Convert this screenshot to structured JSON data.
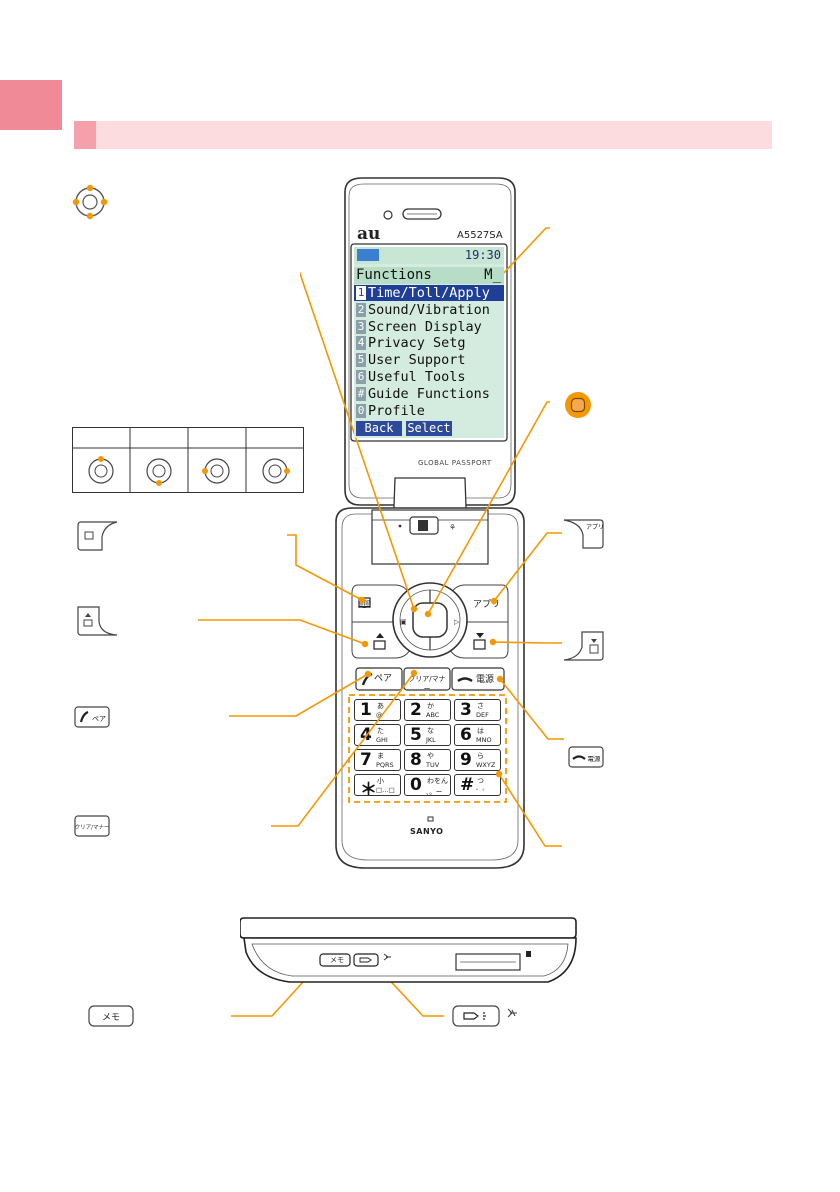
{
  "phone": {
    "carrier_logo": "au",
    "model": "A5527SA",
    "bottom_logo": "GLOBAL PASSPORT",
    "maker": "SANYO"
  },
  "screen": {
    "clock": "19:30",
    "header_title": "Functions",
    "header_mode": "M_",
    "menu": [
      {
        "key": "1",
        "label": "Time/Toll/Apply"
      },
      {
        "key": "2",
        "label": "Sound/Vibration"
      },
      {
        "key": "3",
        "label": "Screen Display"
      },
      {
        "key": "4",
        "label": "Privacy Setg"
      },
      {
        "key": "5",
        "label": "User Support"
      },
      {
        "key": "6",
        "label": "Useful Tools"
      },
      {
        "key": "#",
        "label": "Guide Functions"
      },
      {
        "key": "0",
        "label": "Profile"
      }
    ],
    "softkeys": {
      "left": "Back",
      "right": "Select"
    }
  },
  "keys": {
    "address_book": "☐",
    "app": "アプリ",
    "pair": "ペア",
    "clear_manner": "クリア/マナー",
    "power": "電源",
    "memo": "メモ",
    "digits": [
      {
        "d": "1",
        "sub": "@"
      },
      {
        "d": "2",
        "sub": "ABC"
      },
      {
        "d": "3",
        "sub": "DEF"
      },
      {
        "d": "4",
        "sub": "GHI"
      },
      {
        "d": "5",
        "sub": "JKL"
      },
      {
        "d": "6",
        "sub": "MNO"
      },
      {
        "d": "7",
        "sub": "PQRS"
      },
      {
        "d": "8",
        "sub": "TUV"
      },
      {
        "d": "9",
        "sub": "WXYZ"
      },
      {
        "d": "＊",
        "sub": "□…□"
      },
      {
        "d": "0",
        "sub": "、。ー"
      },
      {
        "d": "#",
        "sub": "゛゜"
      }
    ],
    "digit_kana": [
      "あ",
      "か",
      "さ",
      "た",
      "な",
      "は",
      "ま",
      "や",
      "ら",
      "小",
      "わをん",
      "つ"
    ]
  },
  "colors": {
    "accent": "#f39800",
    "tab_pink": "#f08a96",
    "bar_pink": "#fcdcdf",
    "lcd_bg": "#d4ecdf",
    "lcd_select": "#1f3e97"
  }
}
